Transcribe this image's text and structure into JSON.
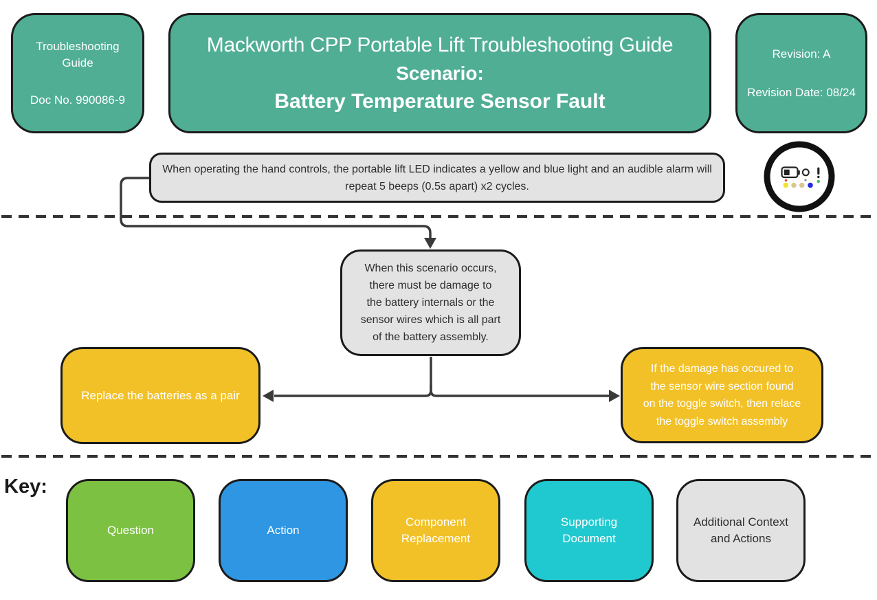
{
  "header": {
    "doc_box": {
      "title": "Troubleshooting Guide",
      "doc_no": "Doc No. 990086-9"
    },
    "title_box": {
      "title": "Mackworth CPP Portable Lift Troubleshooting Guide",
      "subtitle": "Scenario:",
      "scenario": "Battery Temperature Sensor Fault"
    },
    "revision_box": {
      "revision": "Revision: A",
      "revision_date": "Revision Date: 08/24"
    }
  },
  "flowchart": {
    "symptom_box": {
      "text": "When operating the hand controls, the portable lift LED indicates a yellow and blue light and an audible alarm will repeat 5 beeps (0.5s apart) x2 cycles."
    },
    "context_box": {
      "lines": [
        "When this scenario occurs,",
        "there must be damage to",
        "the battery internals or the",
        "sensor wires which is all part",
        "of the battery assembly."
      ]
    },
    "replace_batteries_box": {
      "text": "Replace the batteries as a pair"
    },
    "toggle_switch_box": {
      "lines": [
        "If the  damage has occured to",
        "the sensor wire section found",
        "on the toggle switch, then relace",
        "the toggle switch assembly"
      ]
    }
  },
  "indicator": {
    "description_icons": [
      "battery-icon",
      "power-circle-icon",
      "alert-exclamation-icon"
    ],
    "battery_status_dot": "#e04040",
    "power_status_dot": "#8a8a8a",
    "alert_status_dot": "#3fbf52",
    "led_colors": [
      "#F0E32D",
      "#D9C88E",
      "#D9C88E",
      "#2626E6"
    ]
  },
  "key": {
    "label": "Key:",
    "items": [
      {
        "label": "Question",
        "color": "#7CC142",
        "text_color": "#ffffff"
      },
      {
        "label": "Action",
        "color": "#2E96E3",
        "text_color": "#ffffff"
      },
      {
        "label": "Component Replacement",
        "color": "#F2C127",
        "text_color": "#ffffff"
      },
      {
        "label": "Supporting Document",
        "color": "#20C9CF",
        "text_color": "#ffffff"
      },
      {
        "label": "Additional Context and Actions",
        "color": "#E2E2E2",
        "text_color": "#2e2e2e"
      }
    ]
  },
  "colors": {
    "teal": "#50AE94",
    "statement_gray": "#E3E3E3",
    "component_yellow": "#F2C127",
    "line_dark": "#333333",
    "border_dark": "#1b1b1b"
  }
}
